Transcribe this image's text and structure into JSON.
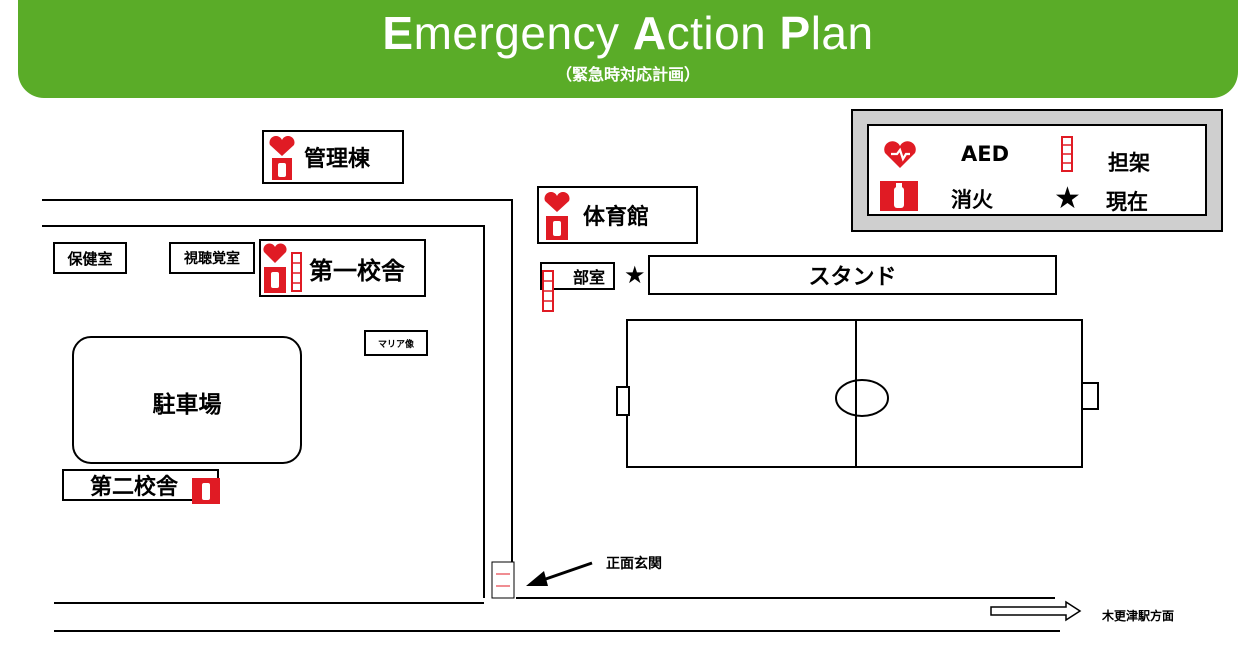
{
  "header": {
    "title_parts": [
      {
        "cap": "E",
        "rest": "mergency "
      },
      {
        "cap": "A",
        "rest": "ction "
      },
      {
        "cap": "P",
        "rest": "lan"
      }
    ],
    "subtitle": "（緊急時対応計画）"
  },
  "legend": {
    "aed": "AED",
    "stretcher": "担架",
    "extinguisher": "消火",
    "current": "現在"
  },
  "buildings": {
    "admin": "管理棟",
    "gym": "体育館",
    "health_room": "保健室",
    "av_room": "視聴覚室",
    "building1": "第一校舎",
    "club_room": "部室",
    "stand": "スタンド",
    "maria": "マリア像",
    "parking": "駐車場",
    "building2": "第二校舎"
  },
  "labels": {
    "main_entrance": "正面玄関",
    "station_direction": "木更津駅方面"
  },
  "colors": {
    "banner": "#5aac28",
    "icon_red": "#e01b24"
  }
}
